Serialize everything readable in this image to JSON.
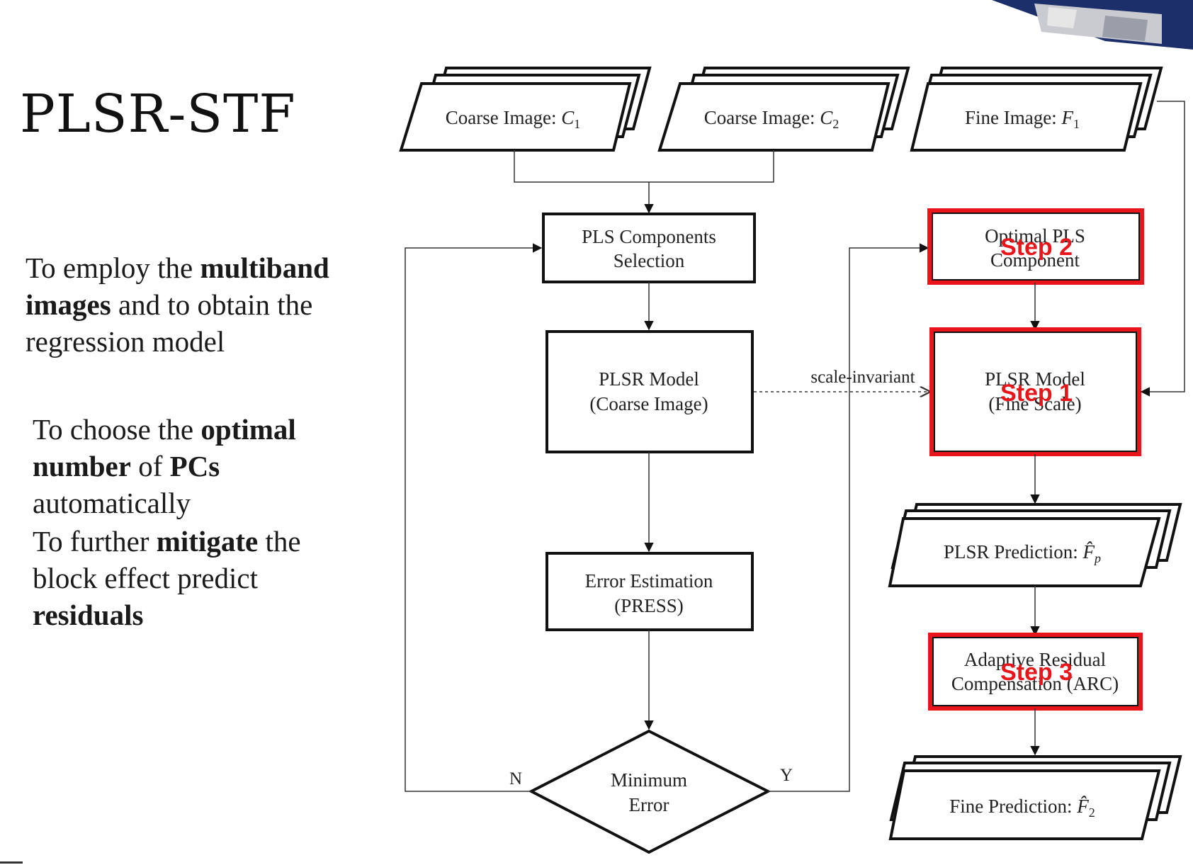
{
  "slide": {
    "title": "PLSR-STF",
    "bullets": [
      {
        "lines": [
          [
            {
              "t": "To employ the ",
              "b": false
            },
            {
              "t": "multiband",
              "b": true
            }
          ],
          [
            {
              "t": "images",
              "b": true
            },
            {
              "t": " and to obtain the",
              "b": false
            }
          ],
          [
            {
              "t": "regression model",
              "b": false
            }
          ]
        ]
      },
      {
        "lines": [
          [
            {
              "t": "To choose the ",
              "b": false
            },
            {
              "t": "optimal",
              "b": true
            }
          ],
          [
            {
              "t": "number",
              "b": true
            },
            {
              "t": " of ",
              "b": false
            },
            {
              "t": "PCs",
              "b": true
            }
          ],
          [
            {
              "t": "automatically",
              "b": false
            }
          ]
        ]
      },
      {
        "lines": [
          [
            {
              "t": "To further ",
              "b": false
            },
            {
              "t": "mitigate",
              "b": true
            },
            {
              "t": " the",
              "b": false
            }
          ],
          [
            {
              "t": "block effect  predict",
              "b": false
            }
          ],
          [
            {
              "t": "residuals",
              "b": true
            }
          ]
        ]
      }
    ]
  },
  "flowchart": {
    "inputs": {
      "coarse1": {
        "label": "Coarse Image: ",
        "symbol": "C",
        "sub": "1"
      },
      "coarse2": {
        "label": "Coarse Image: ",
        "symbol": "C",
        "sub": "2"
      },
      "fine1": {
        "label": "Fine Image: ",
        "symbol": "F",
        "sub": "1"
      }
    },
    "pls_selection": [
      "PLS Components",
      "Selection"
    ],
    "plsr_coarse": [
      "PLSR Model",
      "(Coarse Image)"
    ],
    "error_estimation": [
      "Error Estimation",
      "(PRESS)"
    ],
    "minimum_error": [
      "Minimum",
      "Error"
    ],
    "optimal_pls": [
      "Optimal PLS",
      "Component"
    ],
    "plsr_fine": [
      "PLSR Model",
      "(Fine Scale)"
    ],
    "plsr_prediction": {
      "label": "PLSR Prediction: ",
      "symbol": "F̂",
      "sub": "p"
    },
    "arc": [
      "Adaptive Residual",
      "Compensation (ARC)"
    ],
    "fine_prediction": {
      "label": "Fine Prediction: ",
      "symbol": "F̂",
      "sub": "2"
    },
    "edge_labels": {
      "no": "N",
      "yes": "Y",
      "scale_invariant": "scale-invariant"
    },
    "steps": {
      "step1": "Step 1",
      "step2": "Step 2",
      "step3": "Step 3"
    },
    "colors": {
      "highlight": "#e8151b",
      "stroke": "#111111"
    }
  }
}
